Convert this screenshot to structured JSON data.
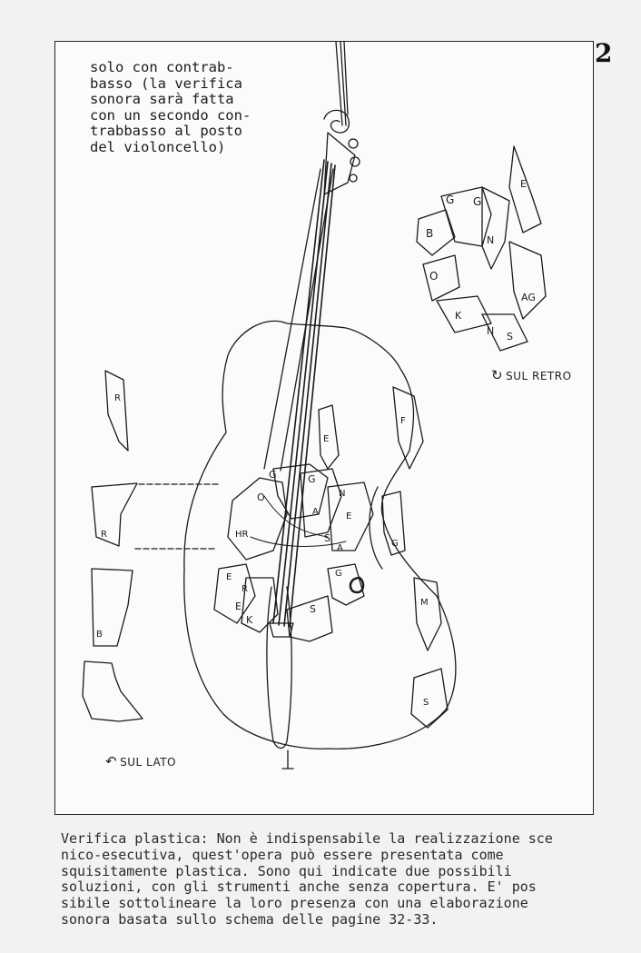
{
  "page_number": "2",
  "intro_text": "solo con contrab-\nbasso (la verifica\nsonora sarà fatta\ncon un secondo con-\ntrabbasso al posto\ndel violoncello)",
  "label_retro": "SUL RETRO",
  "label_lato": "SUL LATO",
  "caption": "Verifica plastica: Non è indispensabile la realizzazione sce\nnico-esecutiva, quest'opera può essere presentata come\nsquisitamente plastica. Sono qui indicate due possibili\nsoluzioni, con gli strumenti anche senza copertura. E' pos\nsibile sottolineare la loro presenza con una elaborazione\nsonora basata sullo schema delle pagine 32-33."
}
